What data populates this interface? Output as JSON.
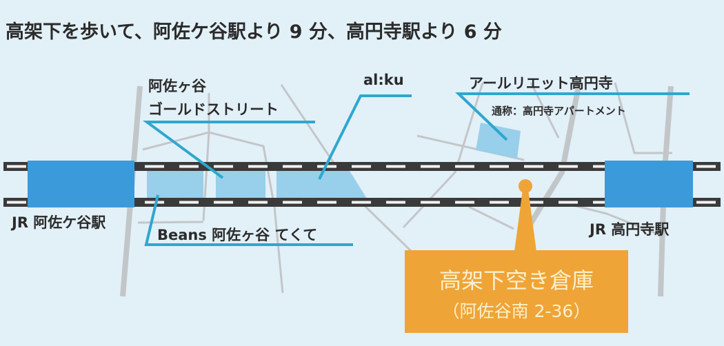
{
  "title": "高架下を歩いて、阿佐ケ谷駅より 9 分、高円寺駅より 6 分",
  "labels": {
    "gold_street_line1": "阿佐ヶ谷",
    "gold_street_line2": "ゴールドストリート",
    "alku": "al:ku",
    "arliet": "アールリエット高円寺",
    "arliet_alias": "通称：高円寺アパートメント",
    "beans": "Beans 阿佐ヶ谷 てくて",
    "station_asagaya": "JR 阿佐ケ谷駅",
    "station_koenji": "JR 高円寺駅"
  },
  "target": {
    "name": "高架下空き倉庫",
    "address": "（阿佐谷南 2-36）"
  },
  "colors": {
    "background": "#e2f0f8",
    "station": "#3b9ad9",
    "facility": "#98cfea",
    "leader": "#2fa7cf",
    "target": "#efa437",
    "track": "#3a3a3a",
    "road": "#c3c6c9"
  }
}
